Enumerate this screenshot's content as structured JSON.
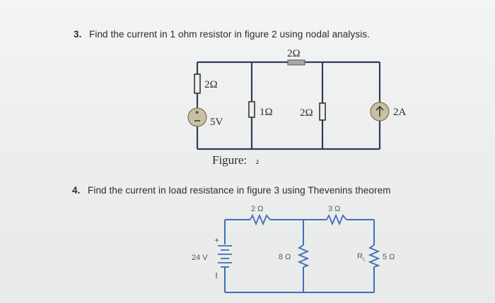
{
  "question3": {
    "number": "3.",
    "text": "Find the current in 1 ohm resistor in figure 2 using nodal analysis."
  },
  "figure2": {
    "r_top": "2Ω",
    "r_left": "2Ω",
    "source_voltage": "5V",
    "r_middle": "1Ω",
    "r_right": "2Ω",
    "source_current": "2A",
    "caption": "Figure:",
    "caption_number": "2"
  },
  "question4": {
    "number": "4.",
    "text": "Find the current in load resistance in figure 3 using Thevenins theorem"
  },
  "figure3": {
    "r_top_left": "2 Ω",
    "r_top_right": "3 Ω",
    "source_voltage": "24 V",
    "r_middle": "8 Ω",
    "load_label": "R",
    "load_subscript": "L",
    "load_value": "5 Ω"
  },
  "colors": {
    "wire": "#2f3d55",
    "source_fill": "#c9bfa3",
    "resistor_fill": "#a9a9a9",
    "circuit_blue": "#3f6fb6",
    "text": "#2b2b2b"
  }
}
